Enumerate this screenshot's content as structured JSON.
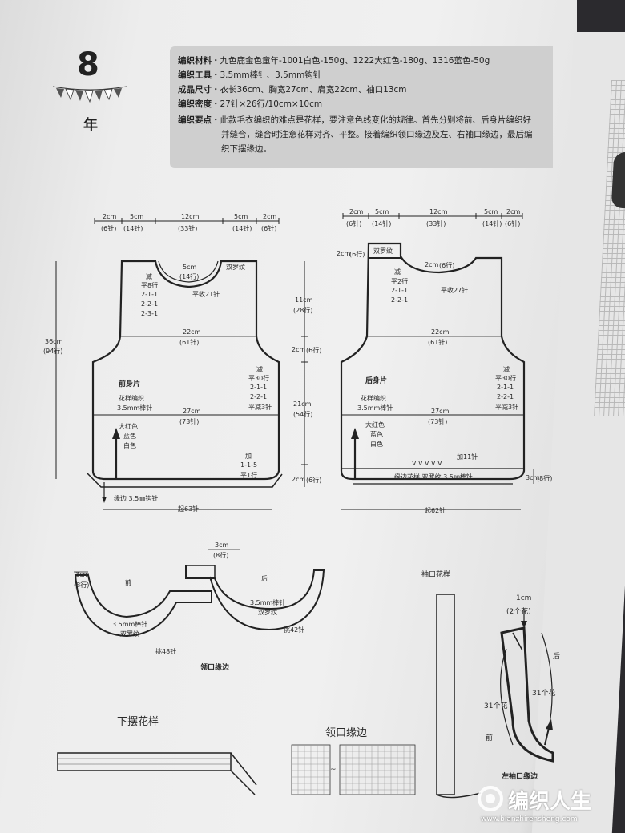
{
  "header": {
    "number": "8",
    "year": "年"
  },
  "info": [
    {
      "label": "编织材料",
      "text": "・九色鹿金色童年-1001白色-150g、1222大红色-180g、1316蓝色-50g"
    },
    {
      "label": "编织工具",
      "text": "・3.5mm棒针、3.5mm钩针"
    },
    {
      "label": "成品尺寸",
      "text": "・衣长36cm、胸宽27cm、肩宽22cm、袖口13cm"
    },
    {
      "label": "编织密度",
      "text": "・27针×26行/10cm×10cm"
    },
    {
      "label": "编织要点",
      "text": "・此款毛衣编织的难点是花样，要注意色线变化的规律。首先分别将前、后身片编织好"
    },
    {
      "label": "",
      "text": "并缝合，缝合时注意花样对齐、平整。接着编织领口缘边及左、右袖口缘边，最后编"
    },
    {
      "label": "",
      "text": "织下摆缘边。"
    }
  ],
  "front": {
    "top_dims": [
      "2cm",
      "5cm",
      "12cm",
      "5cm",
      "2cm"
    ],
    "top_sts": [
      "(6针)",
      "(14针)",
      "(33针)",
      "(14针)",
      "(6针)"
    ],
    "length": "36cm",
    "length_rows": "(94行)",
    "neck_top": "5cm",
    "neck_top_sts": "(14行)",
    "neck_dec": [
      "减",
      "平8行",
      "2-1-1",
      "2-2-1",
      "2-3-1"
    ],
    "neck_bind": "平收21针",
    "rib_label": "双罗纹",
    "shoulder": "22cm",
    "shoulder_sts": "(61针)",
    "title": "前身片",
    "pattern": "花样编织",
    "needle": "3.5mm棒针",
    "chest": "27cm",
    "chest_sts": "(73针)",
    "colors": [
      "大红色",
      "蓝色",
      "白色"
    ],
    "arm_dec": [
      "减",
      "平30行",
      "2-1-1",
      "2-2-1",
      "平减3针"
    ],
    "inc": [
      "加",
      "1-1-5",
      "平1行"
    ],
    "edge": "缘边  3.5㎜钩针",
    "cast_on": "起63针"
  },
  "middle": {
    "seg1": "11cm",
    "seg1_rows": "(28行)",
    "seg2": "2cm",
    "seg2_rows": "(6行)",
    "seg3": "21cm",
    "seg3_rows": "(54行)",
    "seg4": "2cm",
    "seg4_rows": "(6行)"
  },
  "back": {
    "top_dims": [
      "2cm",
      "5cm",
      "12cm",
      "5cm",
      "2cm"
    ],
    "top_sts": [
      "(6针)",
      "(14针)",
      "(33针)",
      "(14针)",
      "(6针)"
    ],
    "rib_left": "2cm",
    "rib_left_rows": "(6行)",
    "rib_label": "双罗纹",
    "neck_dim": "2cm",
    "neck_dim_rows": "(6行)",
    "neck_dec": [
      "减",
      "平2行",
      "2-1-1",
      "2-2-1"
    ],
    "neck_bind": "平收27针",
    "shoulder": "22cm",
    "shoulder_sts": "(61针)",
    "title": "后身片",
    "pattern": "花样编织",
    "needle": "3.5mm棒针",
    "chest": "27cm",
    "chest_sts": "(73针)",
    "colors": [
      "大红色",
      "蓝色",
      "白色"
    ],
    "arm_dec": [
      "减",
      "平30行",
      "2-1-1",
      "2-2-1",
      "平减3针"
    ],
    "inc": "加11针",
    "marks": "V V V V V",
    "hem": "缘边花样  双罗纹 3.5㎜棒针",
    "hem_dim": "3cm",
    "hem_rows": "(8行)",
    "cast_on": "起62针"
  },
  "neckband": {
    "top_dim": "3cm",
    "top_rows": "(8行)",
    "left_dim": "3cm",
    "left_rows": "(8行)",
    "front_label": "前",
    "back_label": "后",
    "front_needle": "3.5mm棒针",
    "front_rib": "双罗纹",
    "front_pick": "挑48针",
    "back_needle": "3.5mm棒针",
    "back_rib": "双罗纹",
    "back_pick": "挑42针",
    "title": "领口缘边"
  },
  "sleeve": {
    "title": "袖口花样",
    "dim": "1cm",
    "flowers": "(2个花)",
    "back": "后",
    "left_count": "31个花",
    "right_count": "31个花",
    "front": "前",
    "caption": "左袖口缘边"
  },
  "hem_pattern": {
    "title": "下摆花样"
  },
  "neck_chart": {
    "title": "领口缘边",
    "tilde": "~"
  },
  "watermark": {
    "brand": "编织人生",
    "url": "www.bianzhirensheng.com"
  }
}
